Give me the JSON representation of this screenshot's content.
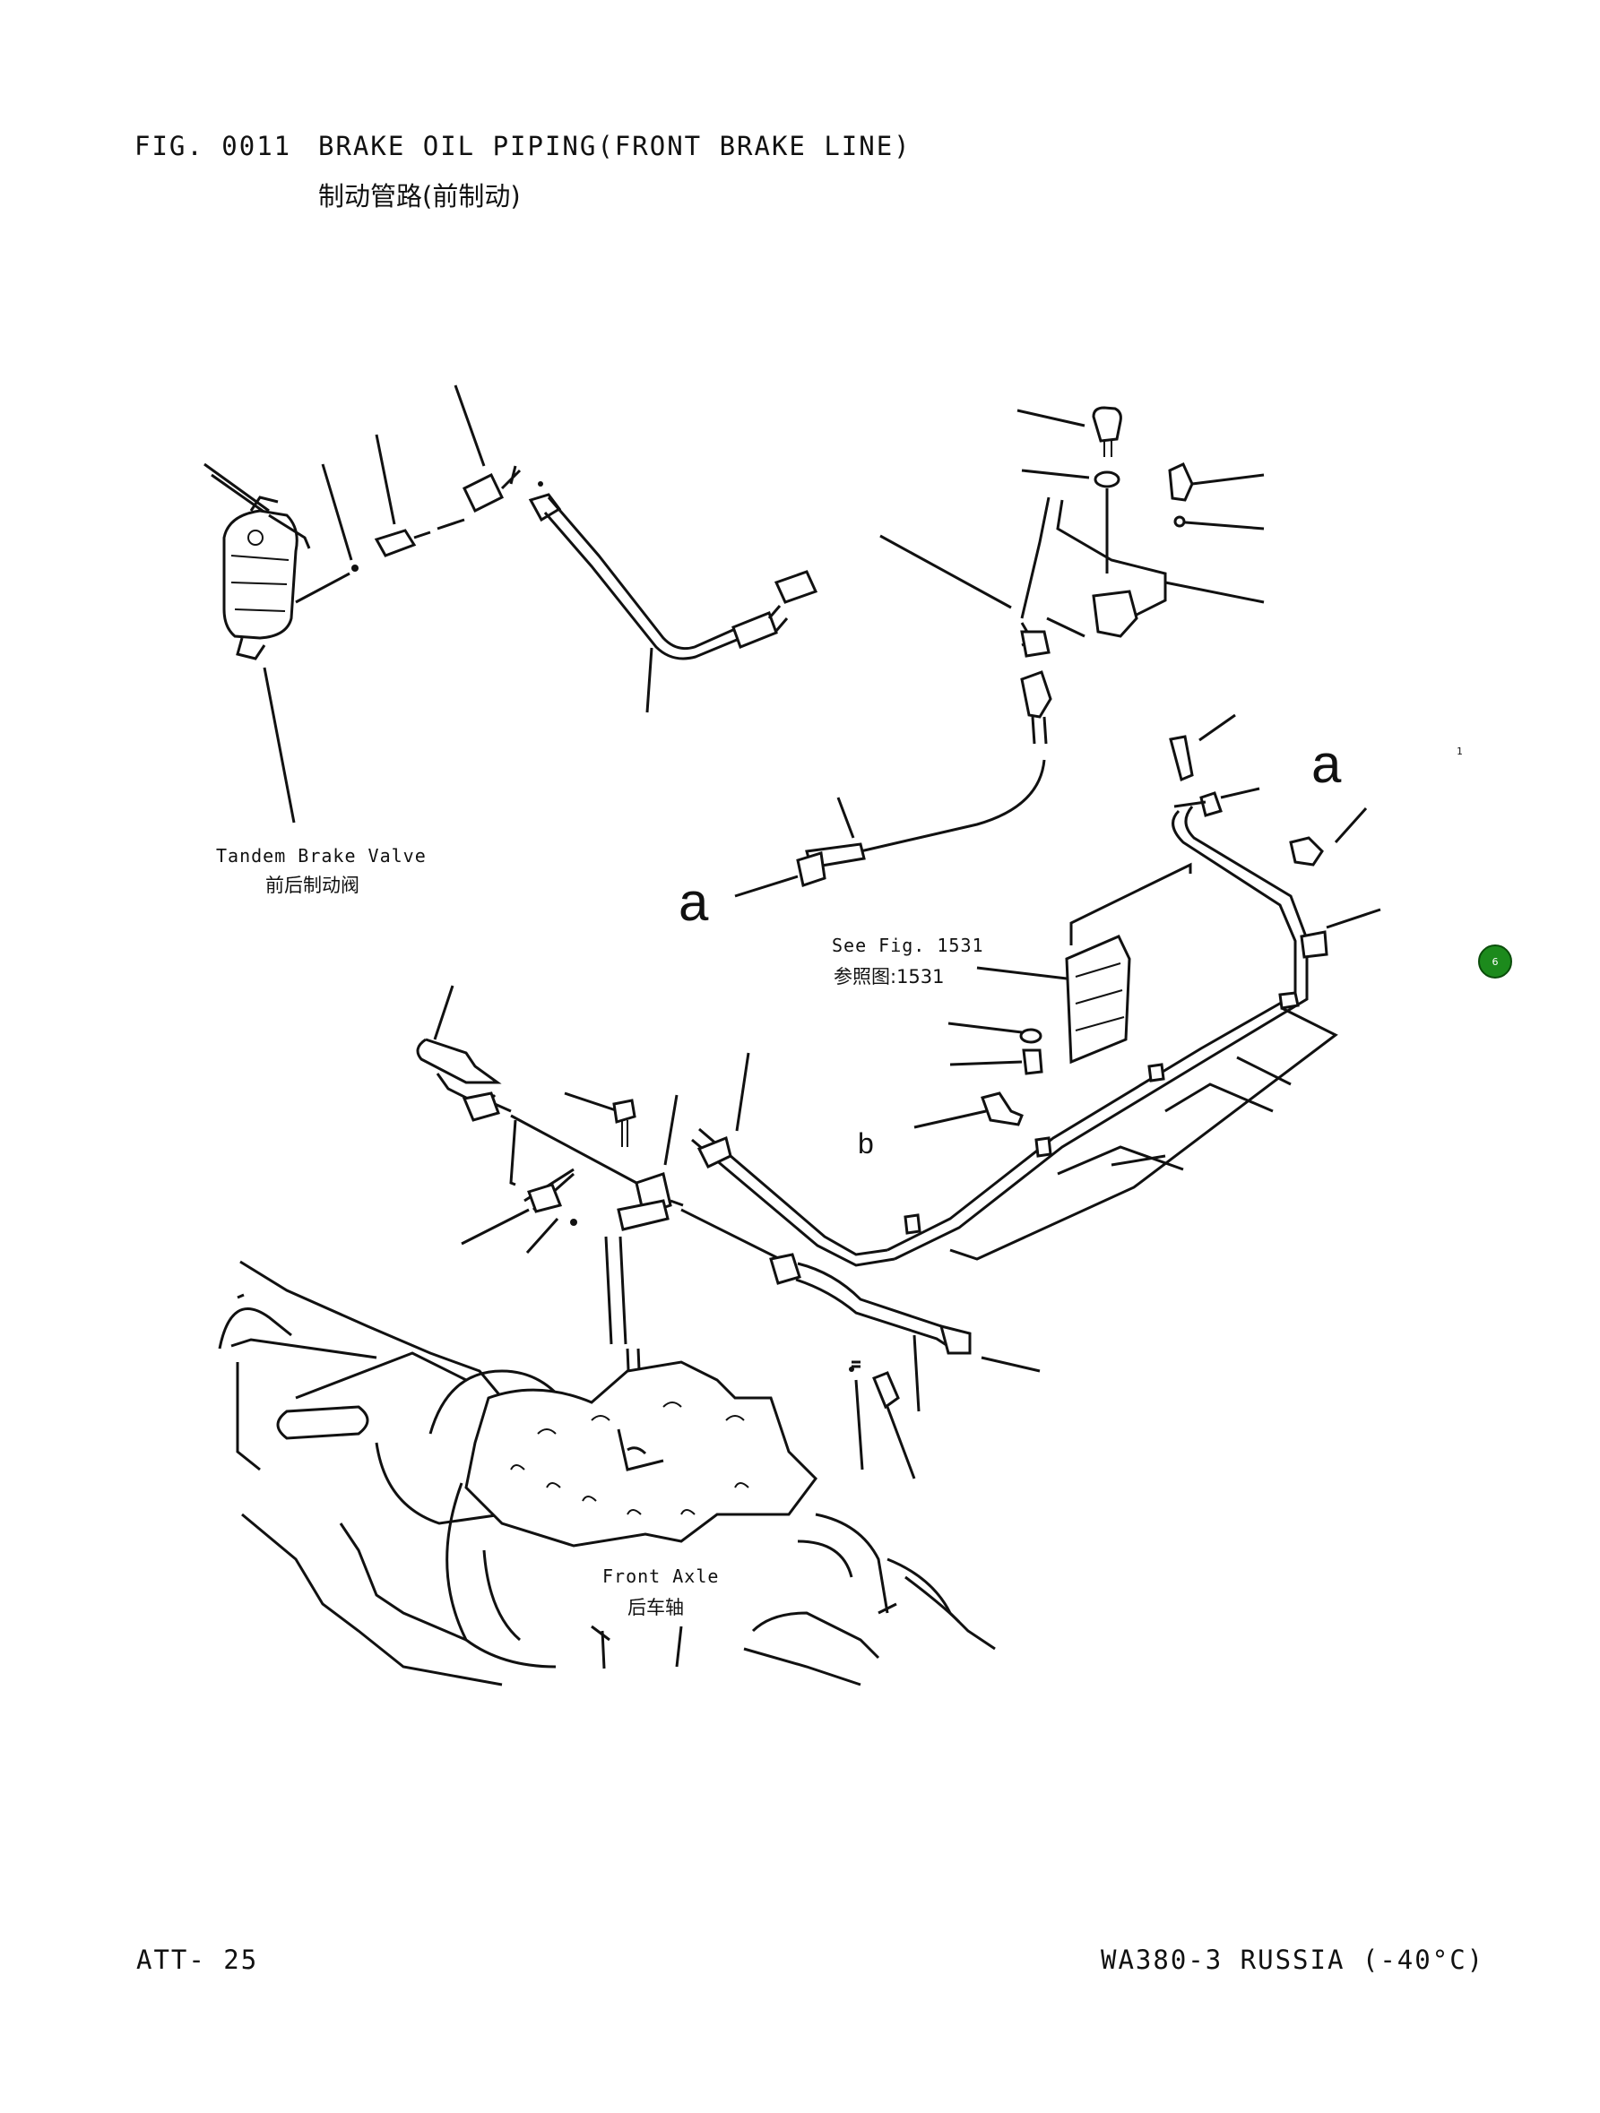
{
  "header": {
    "fig_no": "FIG. 0011",
    "title_en": "BRAKE OIL PIPING(FRONT BRAKE LINE)",
    "title_cn": "制动管路(前制动)"
  },
  "labels": {
    "tandem_en": "Tandem Brake Valve",
    "tandem_cn": "前后制动阀",
    "see_fig_en": "See Fig. 1531",
    "see_fig_cn": "参照图:1531",
    "front_axle_en": "Front Axle",
    "front_axle_cn": "后车轴",
    "ref_a1": "a",
    "ref_a2": "a",
    "ref_b": "b",
    "small_mark": "1",
    "marker": "6"
  },
  "footer": {
    "left": "ATT- 25",
    "right": "WA380-3 RUSSIA (-40°C)"
  },
  "colors": {
    "marker_fill": "#1c8a1c",
    "ink": "#111111"
  }
}
